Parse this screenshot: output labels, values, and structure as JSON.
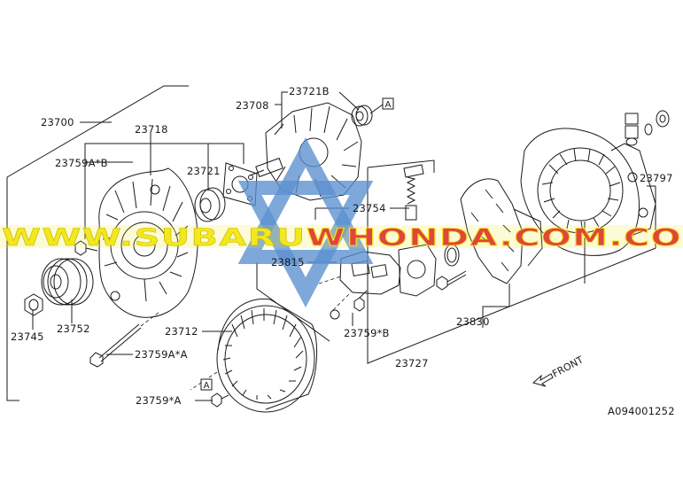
{
  "diagram": {
    "part_labels": {
      "p23700": "23700",
      "p23718": "23718",
      "p23759ab": "23759A*B",
      "p23721": "23721",
      "p23708": "23708",
      "p23721b": "23721B",
      "p23754": "23754",
      "p23815": "23815",
      "p23752": "23752",
      "p23745": "23745",
      "p23712": "23712",
      "p23759aa": "23759A*A",
      "p23759a": "23759*A",
      "p23759b": "23759*B",
      "p23830": "23830",
      "p23727": "23727",
      "p23797": "23797"
    },
    "ref_box_letter": "A",
    "front_label": "FRONT",
    "figure_code": "A094001252"
  },
  "watermark": {
    "text_blue_part": "WWW.SUBARU",
    "text_red_part": "WHONDA.COM.CO",
    "colors": {
      "yellow": "#f3e71e",
      "red": "#e0463b",
      "star_blue": "#5a8fd0"
    }
  }
}
